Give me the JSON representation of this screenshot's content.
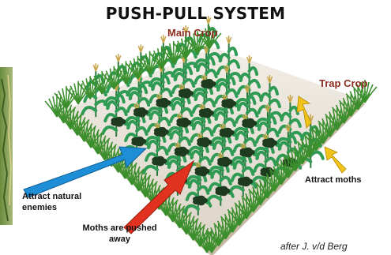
{
  "title": "PUSH-PULL SYSTEM",
  "labels": {
    "main_crop": "Main Crop",
    "trap_crop": "Trap Crop",
    "attract_natural_enemies": "Attract natural enemies",
    "moths_pushed_away": "Moths are pushed away",
    "attract_moths": "Attract moths"
  },
  "credit": "after J. v/d Berg",
  "colors": {
    "main_crop_label": "#8b2c1e",
    "blue_arrow": "#1e8fd6",
    "red_arrow": "#e0321e",
    "yellow_arrow": "#f2c318",
    "maize": "#2f9b54",
    "grass": "#3b8f2c",
    "intercrop": "#1f3b1f"
  }
}
